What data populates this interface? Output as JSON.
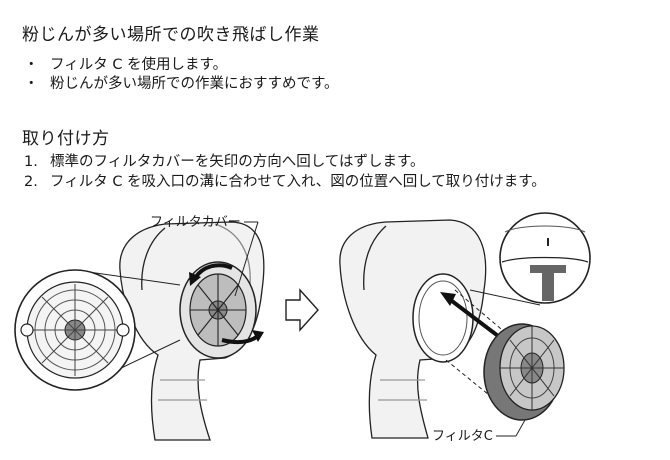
{
  "section1": {
    "title": "粉じんが多い場所での吹き飛ばし作業",
    "bullets": [
      "フィルタ C を使用します。",
      "粉じんが多い場所での作業におすすめです。"
    ]
  },
  "section2": {
    "title": "取り付け方",
    "steps": [
      {
        "num": "1.",
        "text": "標準のフィルタカバーを矢印の方向へ回してはずします。"
      },
      {
        "num": "2.",
        "text": "フィルタ C を吸入口の溝に合わせて入れ、図の位置へ回して取り付けます。"
      }
    ]
  },
  "figure": {
    "label_filter_cover": "フィルタカバー",
    "label_filter_c": "フィルタC"
  }
}
